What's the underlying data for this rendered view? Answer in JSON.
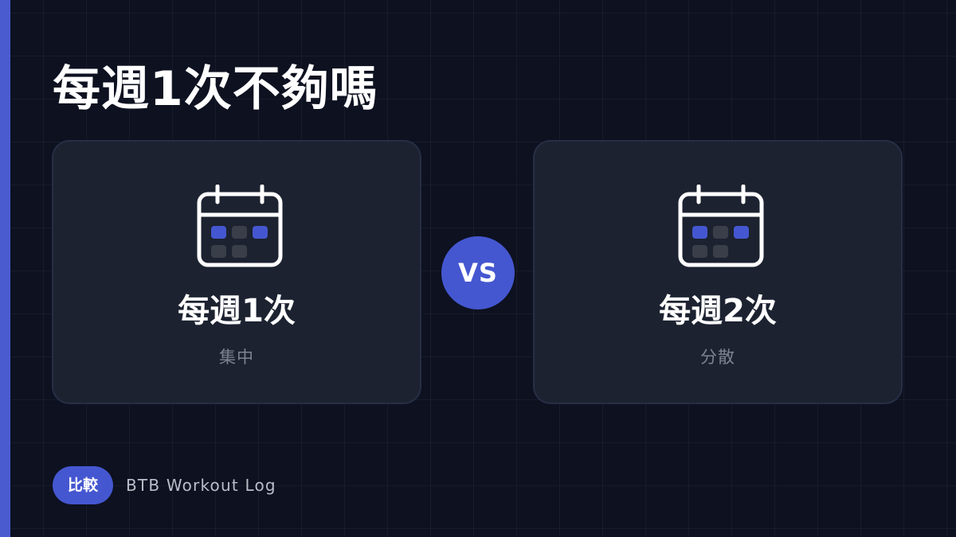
{
  "page": {
    "title": "每週1次不夠嗎"
  },
  "comparison": {
    "left": {
      "icon": "calendar-icon",
      "heading": "每週1次",
      "sub": "集中"
    },
    "vs_label": "VS",
    "right": {
      "icon": "calendar-icon",
      "heading": "每週2次",
      "sub": "分散"
    }
  },
  "footer": {
    "tag": "比較",
    "brand": "BTB Workout Log"
  },
  "colors": {
    "background": "#0d1120",
    "accent": "#4557d0",
    "card": "#1e2331",
    "card_border": "#272f45",
    "calendar_cell_dim": "#3a3e48",
    "text_primary": "#ffffff",
    "text_muted": "#7d8392"
  }
}
